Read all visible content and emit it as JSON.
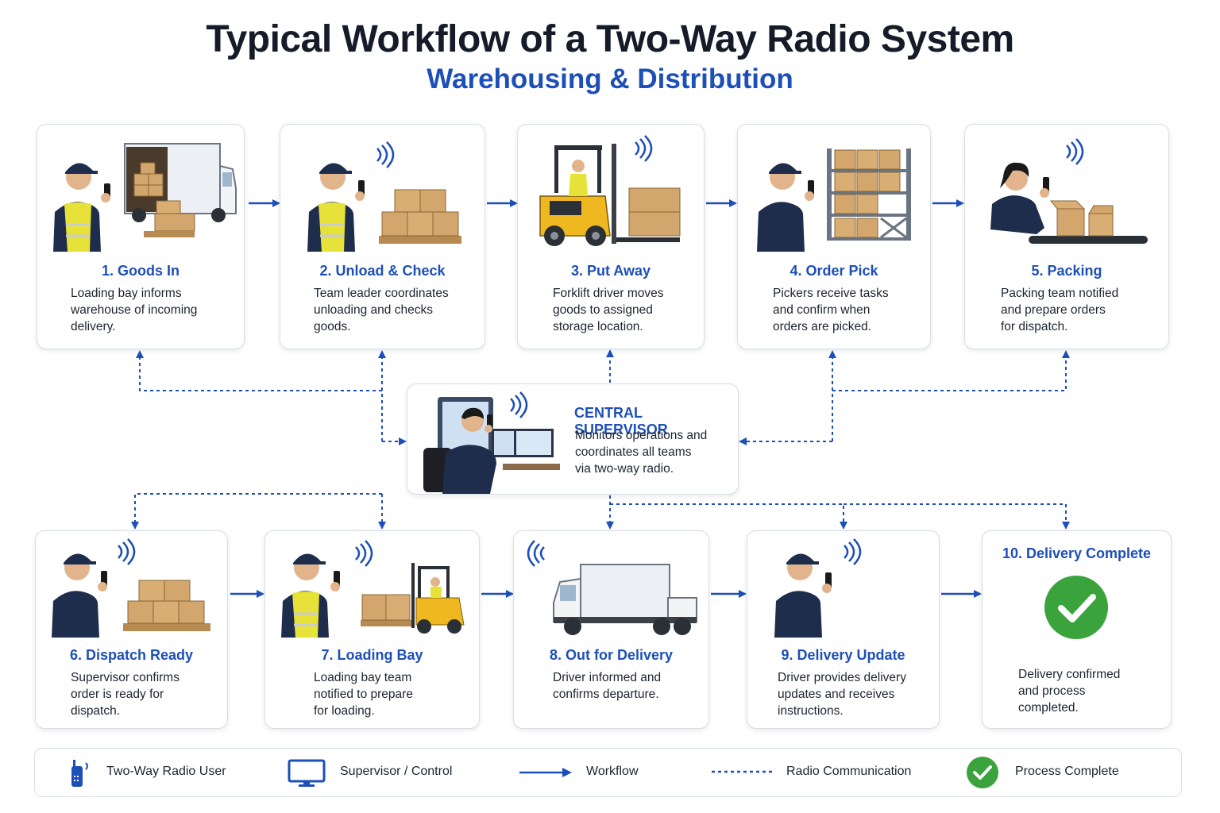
{
  "header": {
    "title": "Typical Workflow of a Two-Way Radio System",
    "subtitle": "Warehousing & Distribution"
  },
  "steps": [
    {
      "title": "1. Goods In",
      "description": "Loading bay informs\nwarehouse of incoming\ndelivery."
    },
    {
      "title": "2. Unload & Check",
      "description": "Team leader coordinates\nunloading and checks\ngoods."
    },
    {
      "title": "3. Put Away",
      "description": "Forklift driver moves\ngoods to assigned\nstorage location."
    },
    {
      "title": "4. Order Pick",
      "description": "Pickers receive tasks\nand confirm when\norders are picked."
    },
    {
      "title": "5. Packing",
      "description": "Packing team notified\nand prepare orders\nfor dispatch."
    },
    {
      "title": "6. Dispatch Ready",
      "description": "Supervisor confirms\norder is ready for\ndispatch."
    },
    {
      "title": "7. Loading Bay",
      "description": "Loading bay team\nnotified to prepare\nfor loading."
    },
    {
      "title": "8. Out for Delivery",
      "description": "Driver informed and\nconfirms departure."
    },
    {
      "title": "9. Delivery Update",
      "description": "Driver provides delivery\nupdates and receives\ninstructions."
    },
    {
      "title": "10. Delivery Complete",
      "description": "Delivery confirmed\nand process\ncompleted."
    }
  ],
  "supervisor": {
    "title": "CENTRAL SUPERVISOR",
    "description": "Monitors operations and\ncoordinates all teams\nvia two-way radio."
  },
  "legend": {
    "radio_user": "Two-Way Radio User",
    "supervisor": "Supervisor / Control",
    "workflow": "Workflow",
    "radio_comm": "Radio Communication",
    "complete": "Process Complete"
  },
  "colors": {
    "accent": "#1d4fb8",
    "navy_uniform": "#1f2d4d",
    "hi_vis": "#e6e23a",
    "box": "#d2a66c",
    "forklift": "#f0b820",
    "check_green": "#3aa33c"
  }
}
